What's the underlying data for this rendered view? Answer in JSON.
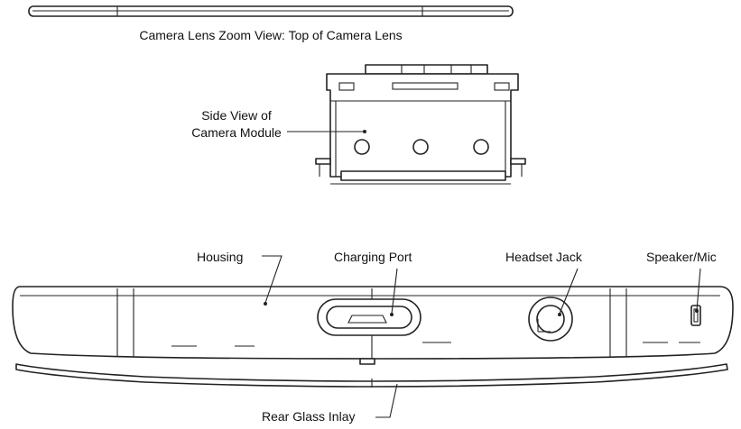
{
  "labels": {
    "lens_zoom": "Camera Lens Zoom View: Top of Camera Lens",
    "side_view_line1": "Side View of",
    "side_view_line2": "Camera Module",
    "housing": "Housing",
    "charging_port": "Charging Port",
    "headset_jack": "Headset Jack",
    "speaker_mic": "Speaker/Mic",
    "rear_glass": "Rear Glass Inlay"
  },
  "colors": {
    "line": "#222222",
    "text": "#111111",
    "background": "#ffffff"
  }
}
